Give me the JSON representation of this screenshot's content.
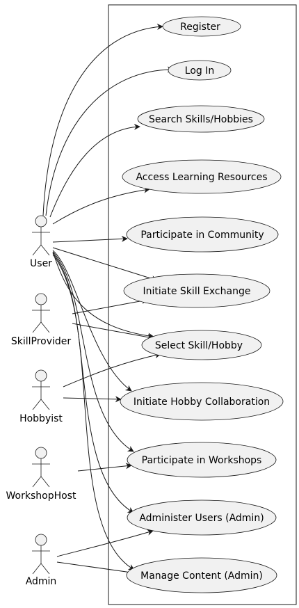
{
  "diagram": {
    "use_cases": [
      {
        "id": "register",
        "label": "Register"
      },
      {
        "id": "login",
        "label": "Log In"
      },
      {
        "id": "search",
        "label": "Search Skills/Hobbies"
      },
      {
        "id": "access",
        "label": "Access Learning Resources"
      },
      {
        "id": "community",
        "label": "Participate in Community"
      },
      {
        "id": "exchange",
        "label": "Initiate Skill Exchange"
      },
      {
        "id": "select",
        "label": "Select Skill/Hobby"
      },
      {
        "id": "collab",
        "label": "Initiate Hobby Collaboration"
      },
      {
        "id": "workshops",
        "label": "Participate in Workshops"
      },
      {
        "id": "administer",
        "label": "Administer Users (Admin)"
      },
      {
        "id": "manage",
        "label": "Manage Content (Admin)"
      }
    ],
    "actors": [
      {
        "id": "user",
        "label": "User"
      },
      {
        "id": "skillprovider",
        "label": "SkillProvider"
      },
      {
        "id": "hobbyist",
        "label": "Hobbyist"
      },
      {
        "id": "workshophost",
        "label": "WorkshopHost"
      },
      {
        "id": "admin",
        "label": "Admin"
      }
    ],
    "associations": [
      {
        "from": "user",
        "to": "register"
      },
      {
        "from": "user",
        "to": "login"
      },
      {
        "from": "user",
        "to": "search"
      },
      {
        "from": "user",
        "to": "access"
      },
      {
        "from": "user",
        "to": "community"
      },
      {
        "from": "user",
        "to": "exchange"
      },
      {
        "from": "user",
        "to": "select"
      },
      {
        "from": "user",
        "to": "collab"
      },
      {
        "from": "user",
        "to": "workshops"
      },
      {
        "from": "user",
        "to": "administer"
      },
      {
        "from": "user",
        "to": "manage"
      },
      {
        "from": "skillprovider",
        "to": "exchange"
      },
      {
        "from": "skillprovider",
        "to": "select"
      },
      {
        "from": "hobbyist",
        "to": "select"
      },
      {
        "from": "hobbyist",
        "to": "collab"
      },
      {
        "from": "workshophost",
        "to": "workshops"
      },
      {
        "from": "admin",
        "to": "administer"
      },
      {
        "from": "admin",
        "to": "manage"
      }
    ],
    "colors": {
      "shape_fill": "#f1f1f1",
      "stroke": "#181818",
      "text": "#000000",
      "background": "#ffffff"
    }
  }
}
